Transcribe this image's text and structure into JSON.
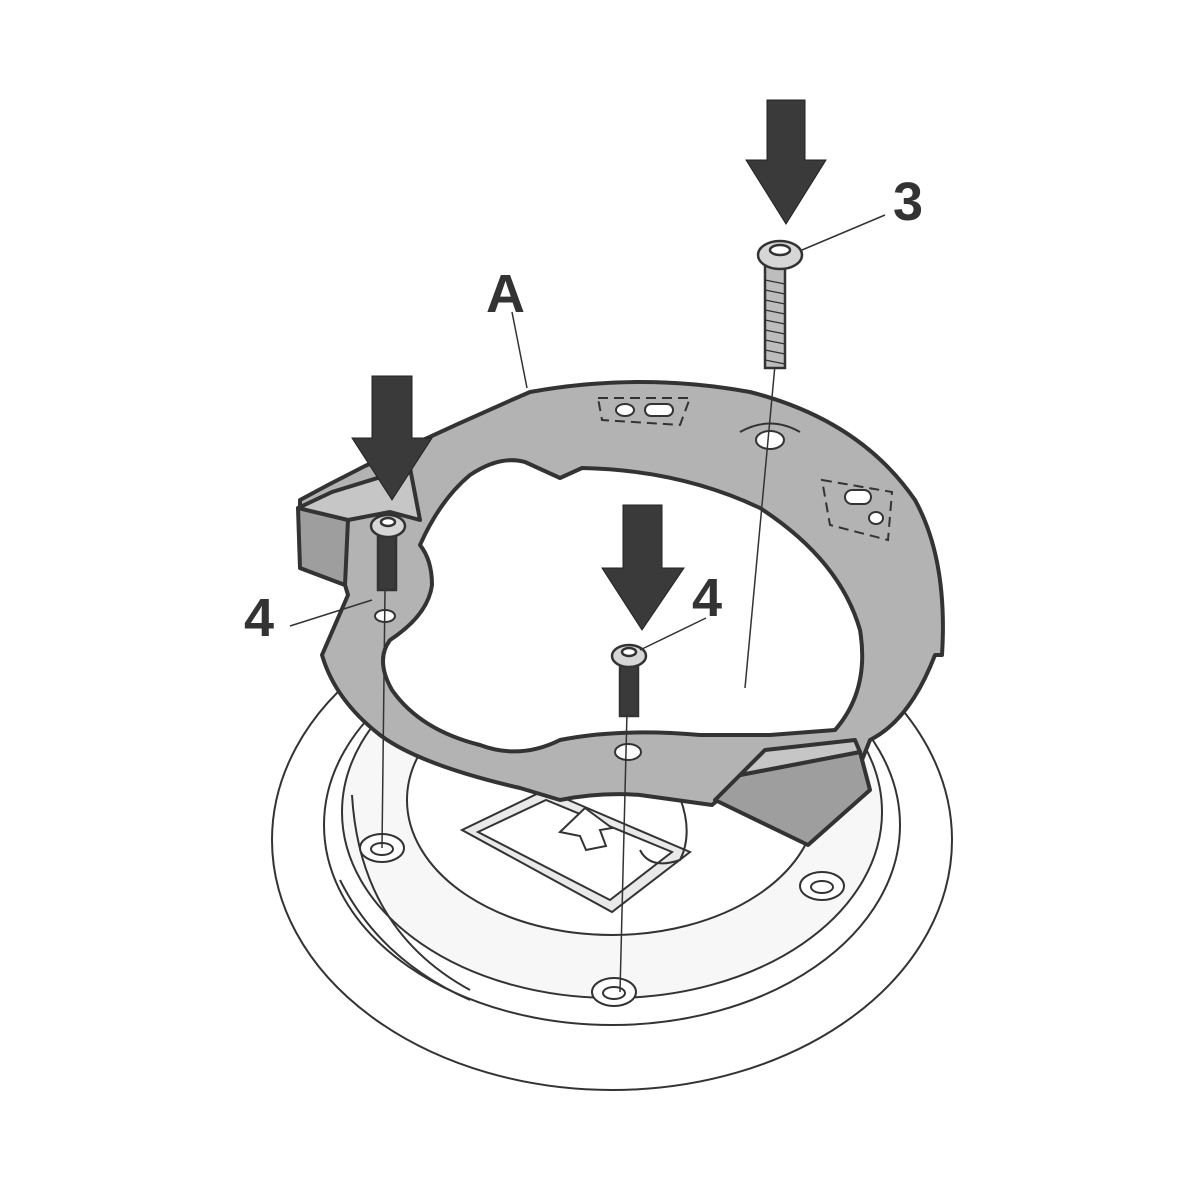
{
  "colors": {
    "background": "#ffffff",
    "ink": "#333333",
    "ring_fill": "#b3b3b3",
    "ring_shade": "#9e9e9e",
    "flange_fill": "#f2f2f2",
    "arrow_fill": "#3a3a3a"
  },
  "callouts": {
    "ring_label": "A",
    "screw_top_label": "3",
    "screw_left_label": "4",
    "screw_center_label": "4"
  },
  "icons": {
    "insertion_arrows": "down-arrow-icon",
    "screws": "button-head-screw-icon",
    "fuel_mark": "fuel-arrow-icon"
  }
}
